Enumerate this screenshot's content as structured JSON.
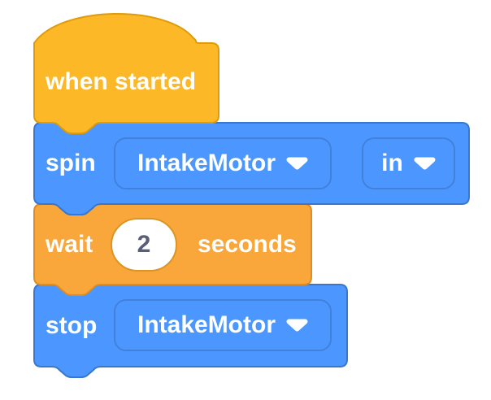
{
  "workspace": {
    "background_color": "#ffffff",
    "script": {
      "hat": {
        "label": "when started"
      },
      "spin": {
        "label": "spin",
        "motor": "IntakeMotor",
        "direction": "in"
      },
      "wait": {
        "label": "wait",
        "value": "2",
        "unit": "seconds"
      },
      "stop": {
        "label": "stop",
        "motor": "IntakeMotor"
      }
    },
    "icons": {
      "dropdown_caret": "white rounded down-triangle"
    },
    "colors": {
      "event_block_fill": "#FCB827",
      "event_block_border": "#DE9C0C",
      "motion_block_fill": "#4C97FF",
      "motion_block_border": "#3977CE",
      "control_block_fill": "#F9A63B",
      "control_block_border": "#DD8D26",
      "label_text": "#FFFFFF",
      "input_text": "#575E75",
      "input_fill": "#FFFFFF"
    }
  }
}
